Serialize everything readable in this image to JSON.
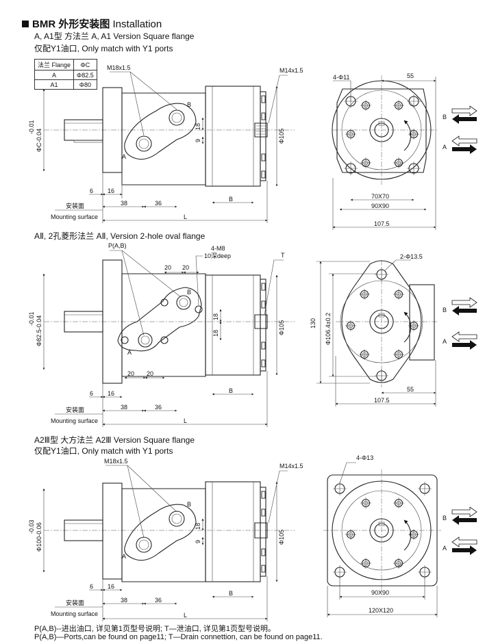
{
  "header": {
    "title_cn": "BMR 外形安装图",
    "title_en": "Installation"
  },
  "section_a": {
    "subtitle1": "A, A1型 方法兰 A, A1 Version Square flange",
    "subtitle2": "仅配Y1油口, Only match with Y1 ports",
    "table": {
      "headers": [
        "法兰 Flange",
        "ΦC"
      ],
      "rows": [
        [
          "A",
          "Φ82.5"
        ],
        [
          "A1",
          "Φ80"
        ]
      ]
    },
    "side_labels": {
      "port_thread": "M18x1.5",
      "drain_thread": "M14x1.5",
      "port_b": "B",
      "port_a": "A",
      "dim_18": "18",
      "dim_9": "9",
      "dim_phi105": "Φ105",
      "dim_shaft": "ΦC-0.04",
      "dim_shaft_tol": "-0.01",
      "dim_6": "6",
      "dim_16": "16",
      "dim_38": "38",
      "dim_36": "36",
      "dim_B": "B",
      "dim_L": "L",
      "mount_cn": "安装面",
      "mount_en": "Mounting surface"
    },
    "front_labels": {
      "holes": "4-Φ11",
      "dim_55": "55",
      "dim_70": "70X70",
      "dim_90": "90X90",
      "dim_107": "107.5",
      "port_b": "B",
      "port_a": "A"
    }
  },
  "section_b": {
    "subtitle": "AⅡ, 2孔菱形法兰 AⅡ, Version 2-hole oval flange",
    "side_labels": {
      "ports": "P(A,B)",
      "thread": "4-M8",
      "depth": "10深deep",
      "drain": "T",
      "dim_20a": "20",
      "dim_20b": "20",
      "dim_20c": "20",
      "dim_20d": "20",
      "dim_18a": "18",
      "dim_18b": "18",
      "dim_phi105": "Φ105",
      "dim_shaft": "Φ82.5-0.04",
      "dim_shaft_tol": "-0.01",
      "port_b": "B",
      "port_a": "A",
      "dim_6": "6",
      "dim_16": "16",
      "dim_38": "38",
      "dim_36": "36",
      "dim_B": "B",
      "dim_L": "L",
      "mount_cn": "安装面",
      "mount_en": "Mounting surface"
    },
    "front_labels": {
      "holes": "2-Φ13.5",
      "dim_130": "130",
      "dim_106": "Φ106.4±0.2",
      "dim_55": "55",
      "dim_107": "107.5",
      "port_b": "B",
      "port_a": "A"
    }
  },
  "section_c": {
    "subtitle1": "A2Ⅲ型 大方法兰 A2Ⅲ Version Square flange",
    "subtitle2": "仅配Y1油口, Only match with Y1 ports",
    "side_labels": {
      "port_thread": "M18x1.5",
      "drain_thread": "M14x1.5",
      "port_b": "B",
      "port_a": "A",
      "dim_18": "18",
      "dim_9": "9",
      "dim_phi105": "Φ105",
      "dim_shaft": "Φ100-0.06",
      "dim_shaft_tol": "-0.03",
      "dim_6": "6",
      "dim_16": "16",
      "dim_38": "38",
      "dim_36": "36",
      "dim_B": "B",
      "dim_L": "L",
      "mount_cn": "安装面",
      "mount_en": "Mounting surface"
    },
    "front_labels": {
      "holes": "4-Φ13",
      "dim_90": "90X90",
      "dim_120": "120X120",
      "port_b": "B",
      "port_a": "A"
    }
  },
  "footer": {
    "note_cn": "P(A,B)--进出油口, 详见第1页型号说明; T—泄油口, 详见第1页型号说明。",
    "note_en": "P(A,B)—Ports,can be found on page11; T—Drain connettion, can be found on page11."
  }
}
